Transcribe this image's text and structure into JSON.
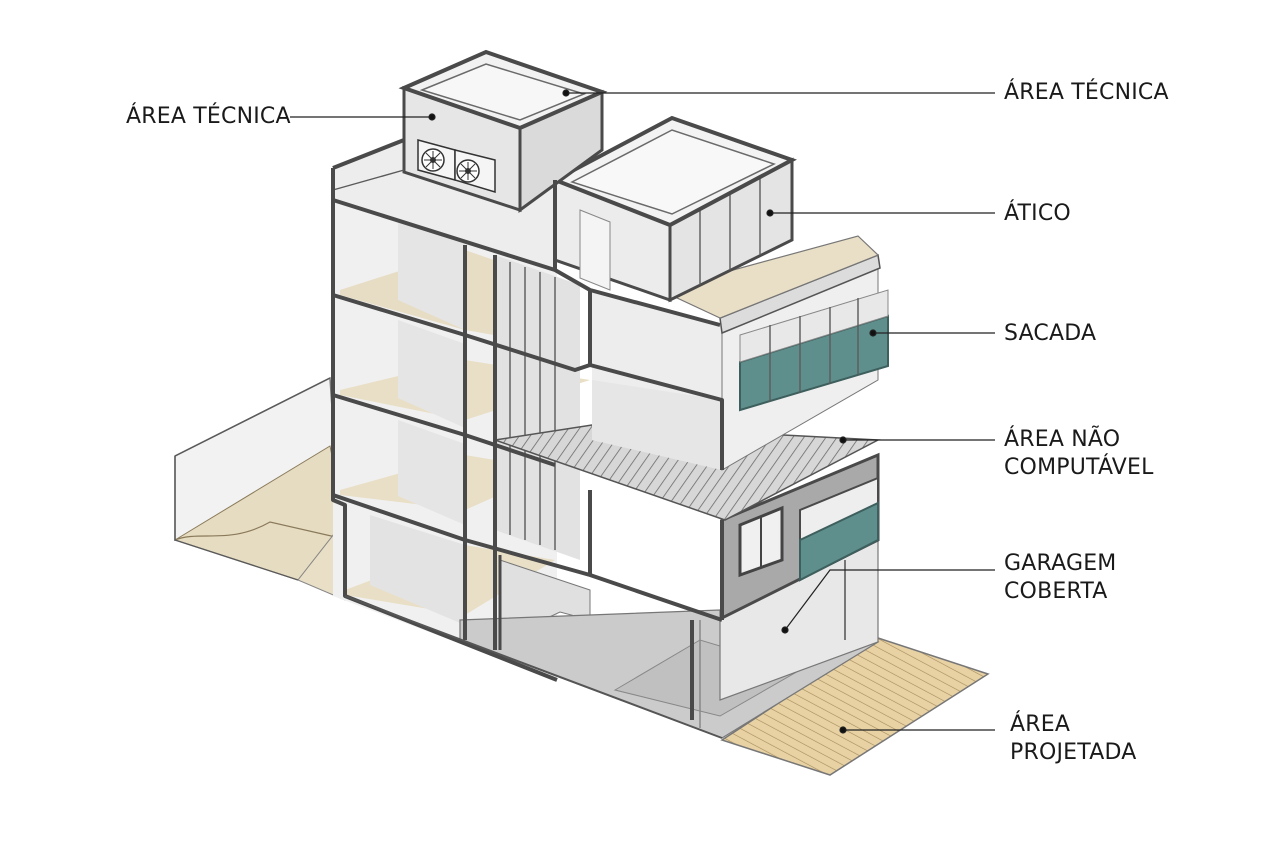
{
  "labels": {
    "area_tecnica_left": "ÁREA TÉCNICA",
    "area_tecnica_right": "ÁREA TÉCNICA",
    "atico": "ÁTICO",
    "sacada": "SACADA",
    "area_nao_computavel": [
      "ÁREA NÃO",
      "COMPUTÁVEL"
    ],
    "garagem_coberta": [
      "GARAGEM",
      "COBERTA"
    ],
    "area_projetada": [
      "ÁREA",
      "PROJETADA"
    ]
  },
  "colors": {
    "outline": "#4a4a4a",
    "wall_light": "#ececec",
    "wall_mid": "#d9d9d9",
    "wall_dark": "#a9a9a9",
    "floor_beige": "#e9dfc7",
    "garage_floor": "#c9c9c9",
    "glass_teal": "#5f8f8c",
    "deck_wood": "#e8d2a4"
  }
}
